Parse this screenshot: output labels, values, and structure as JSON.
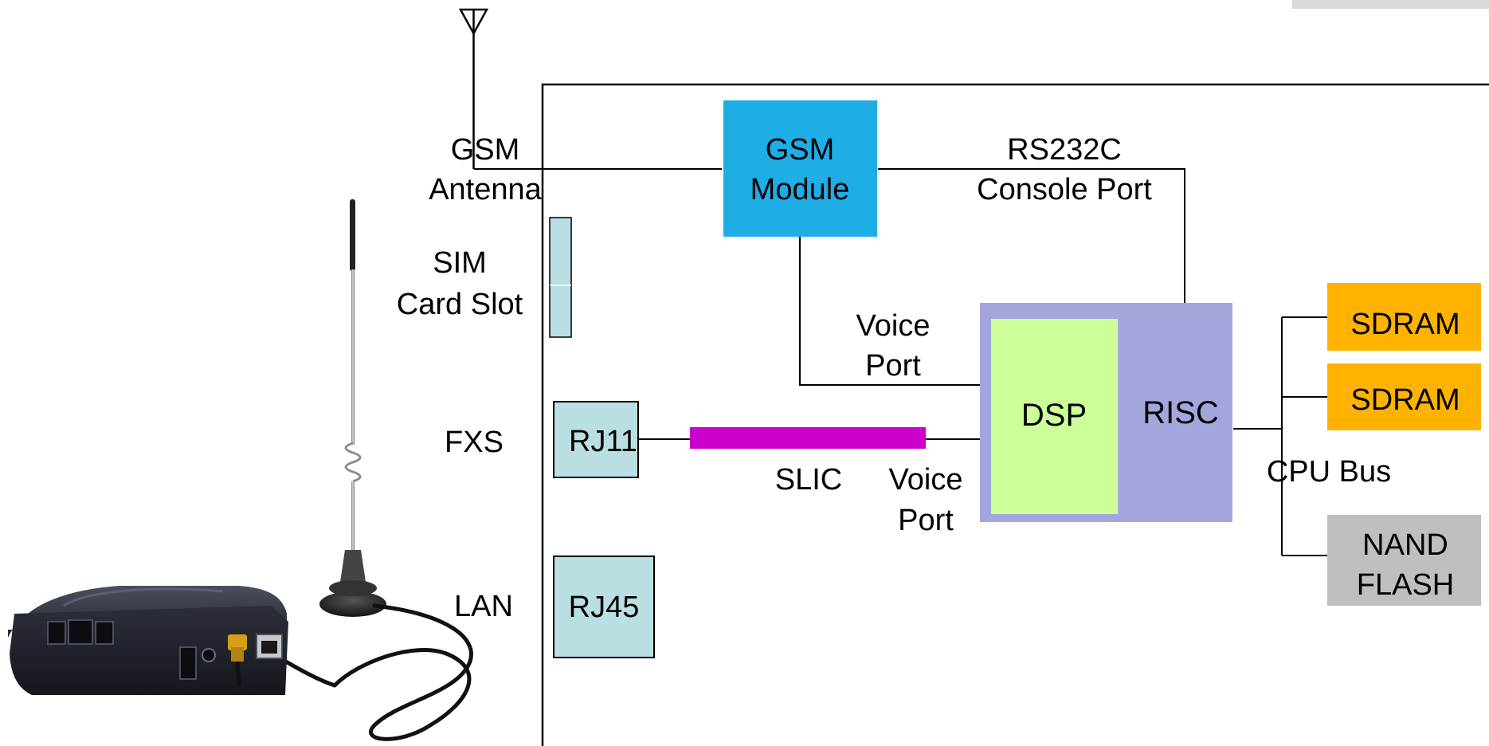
{
  "labels": {
    "gsm_antenna": [
      "GSM",
      "Antenna"
    ],
    "sim_slot": [
      "SIM",
      "Card Slot"
    ],
    "fxs": "FXS",
    "lan": "LAN",
    "rs232c": [
      "RS232C",
      "Console Port"
    ],
    "voice_port_top": [
      "Voice",
      "Port"
    ],
    "voice_port_bottom": [
      "Voice",
      "Port"
    ],
    "slic": "SLIC",
    "cpu_bus": "CPU Bus"
  },
  "blocks": {
    "gsm_module": [
      "GSM",
      "Module"
    ],
    "dsp": "DSP",
    "risc": "RISC",
    "rj11": "RJ11",
    "rj45": "RJ45",
    "sdram_1": "SDRAM",
    "sdram_2": "SDRAM",
    "nand_flash": [
      "NAND",
      "FLASH"
    ]
  },
  "colors": {
    "gsm_module": "#1EADE4",
    "risc": "#A5A5DE",
    "dsp": "#CCFF99",
    "connector": "#B9DFE3",
    "slic": "#CC00CC",
    "memory_sdram": "#FFB300",
    "memory_nand": "#BFBFBF",
    "line": "#000000"
  },
  "device_photo": {
    "device_name": "gsm-fxs-gateway",
    "antenna": "magnetic-base-antenna"
  }
}
